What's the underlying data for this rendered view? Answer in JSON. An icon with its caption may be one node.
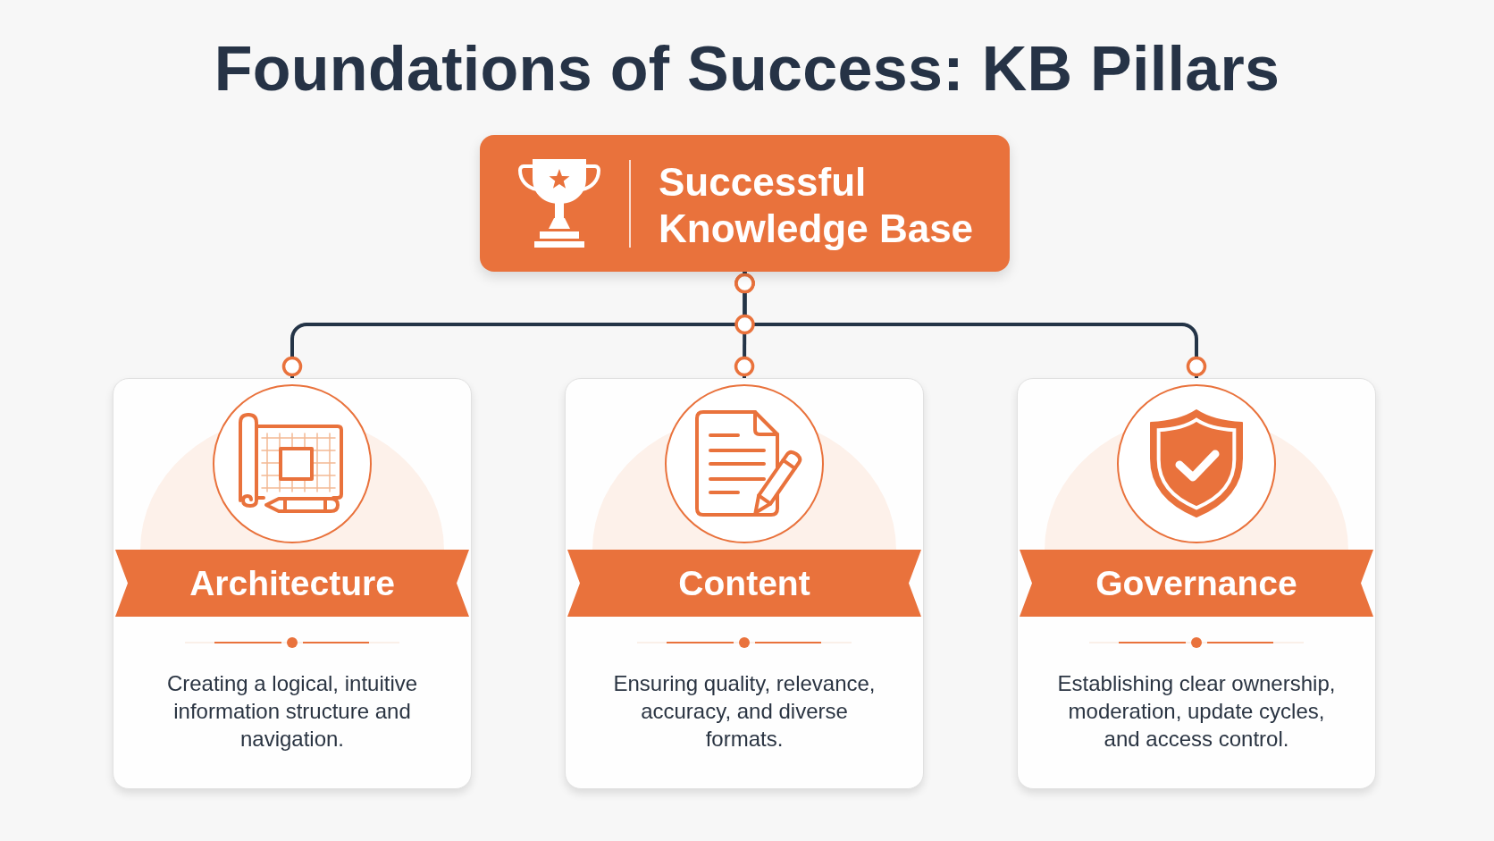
{
  "diagram": {
    "title": "Foundations of Success: KB Pillars",
    "nodes": [
      {
        "text": [
          "Successful Knowledge Base"
        ]
      },
      {
        "text": [
          "Architecture",
          "Creating a logical, intuitive information structure and navigation."
        ]
      },
      {
        "text": [
          "Content",
          "Ensuring quality, relevance, accuracy, and diverse formats."
        ]
      },
      {
        "text": [
          "Governance",
          "Establishing clear ownership, moderation, update cycles, and access control."
        ]
      }
    ],
    "edges": [
      {
        "from": 0,
        "to": 1,
        "arrow": "other"
      },
      {
        "from": 0,
        "to": 2,
        "arrow": "other"
      },
      {
        "from": 0,
        "to": 3,
        "arrow": "other"
      }
    ]
  }
}
